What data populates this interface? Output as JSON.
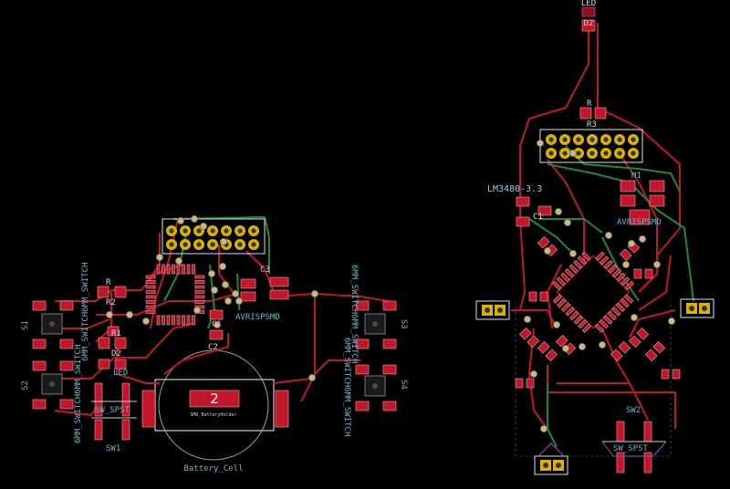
{
  "left_board": {
    "header_label": "AVRISPSMD",
    "switch_left_top": {
      "ref": "S1",
      "value": "6MM_SWITCH6MM_SWITCH"
    },
    "switch_left_bottom": {
      "ref": "S2",
      "value": "6MM_SWITCH6MM_SWITCH"
    },
    "switch_right_top": {
      "ref": "S3",
      "value": "6MM_SWITCH6MM_SWITCH"
    },
    "switch_right_bottom": {
      "ref": "S4",
      "value": "6MM_SWITCH6MM_SWITCH"
    },
    "resistor": {
      "value": "R",
      "ref": "R2"
    },
    "led": {
      "ref": "D2",
      "value": "LED"
    },
    "r1": "R1",
    "c1": "C1",
    "c2": "C2",
    "c3": "C3",
    "spst": {
      "value": "SW_SPST",
      "ref": "SW1"
    },
    "battery": {
      "pad_number": "2",
      "chip_text": "SMD_BatteryHolder",
      "ref": "Battery_Cell"
    }
  },
  "right_board": {
    "led": {
      "value": "LED",
      "ref": "D2"
    },
    "resistor": {
      "value": "R",
      "ref": "R3"
    },
    "regulator": "LM3480-3.3",
    "m1": "M1",
    "c_ref": "C1",
    "avrisp": "AVRISPSMD",
    "spst": {
      "ref": "SW2",
      "value": "SW_SPST"
    }
  },
  "colors": {
    "front_copper": "#c0182a",
    "back_copper": "#1d8a3a",
    "silkscreen": "#6fb5c2",
    "pad_gold": "#d8b400"
  }
}
